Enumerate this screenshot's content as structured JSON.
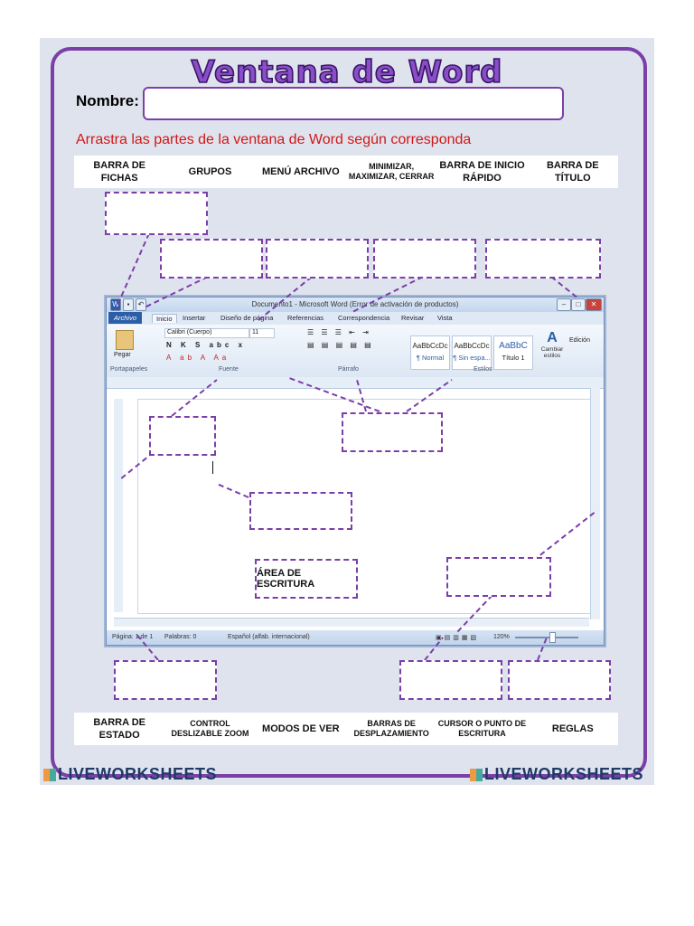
{
  "title": "Ventana de Word",
  "nombre_label": "Nombre:",
  "instruction": "Arrastra las partes de la ventana de Word según corresponda",
  "top_labels": [
    "BARRA DE FICHAS",
    "GRUPOS",
    "MENÚ ARCHIVO",
    "MINIMIZAR, MAXIMIZAR, CERRAR",
    "BARRA DE INICIO RÁPIDO",
    "BARRA DE TÍTULO"
  ],
  "bottom_labels": [
    "BARRA DE ESTADO",
    "CONTROL DESLIZABLE ZOOM",
    "MODOS DE VER",
    "BARRAS DE DESPLAZAMIENTO",
    "CURSOR O PUNTO DE ESCRITURA",
    "REGLAS"
  ],
  "placed_label": "ÁREA DE ESCRITURA",
  "word": {
    "window_title": "Documento1 - Microsoft Word (Error de activación de productos)",
    "file_tab": "Archivo",
    "tabs": [
      "Inicio",
      "Insertar",
      "Diseño de página",
      "Referencias",
      "Correspondencia",
      "Revisar",
      "Vista"
    ],
    "paste_label": "Pegar",
    "font_name": "Calibri (Cuerpo)",
    "font_size": "11",
    "group_labels": [
      "Portapapeles",
      "Fuente",
      "Párrafo",
      "Estilos"
    ],
    "styles": [
      {
        "sample": "AaBbCcDc",
        "name": "¶ Normal"
      },
      {
        "sample": "AaBbCcDc",
        "name": "¶ Sin espa..."
      },
      {
        "sample": "AaBbC",
        "name": "Título 1"
      }
    ],
    "change_styles": "Cambiar estilos",
    "editing": "Edición",
    "status_page": "Página: 1 de 1",
    "status_words": "Palabras: 0",
    "status_lang": "Español (alfab. internacional)",
    "zoom": "120%"
  },
  "footer_brand": "LIVEWORKSHEETS",
  "colors": {
    "accent": "#7b3fa8",
    "instruction": "#d01818",
    "background": "#dfe3ee"
  }
}
